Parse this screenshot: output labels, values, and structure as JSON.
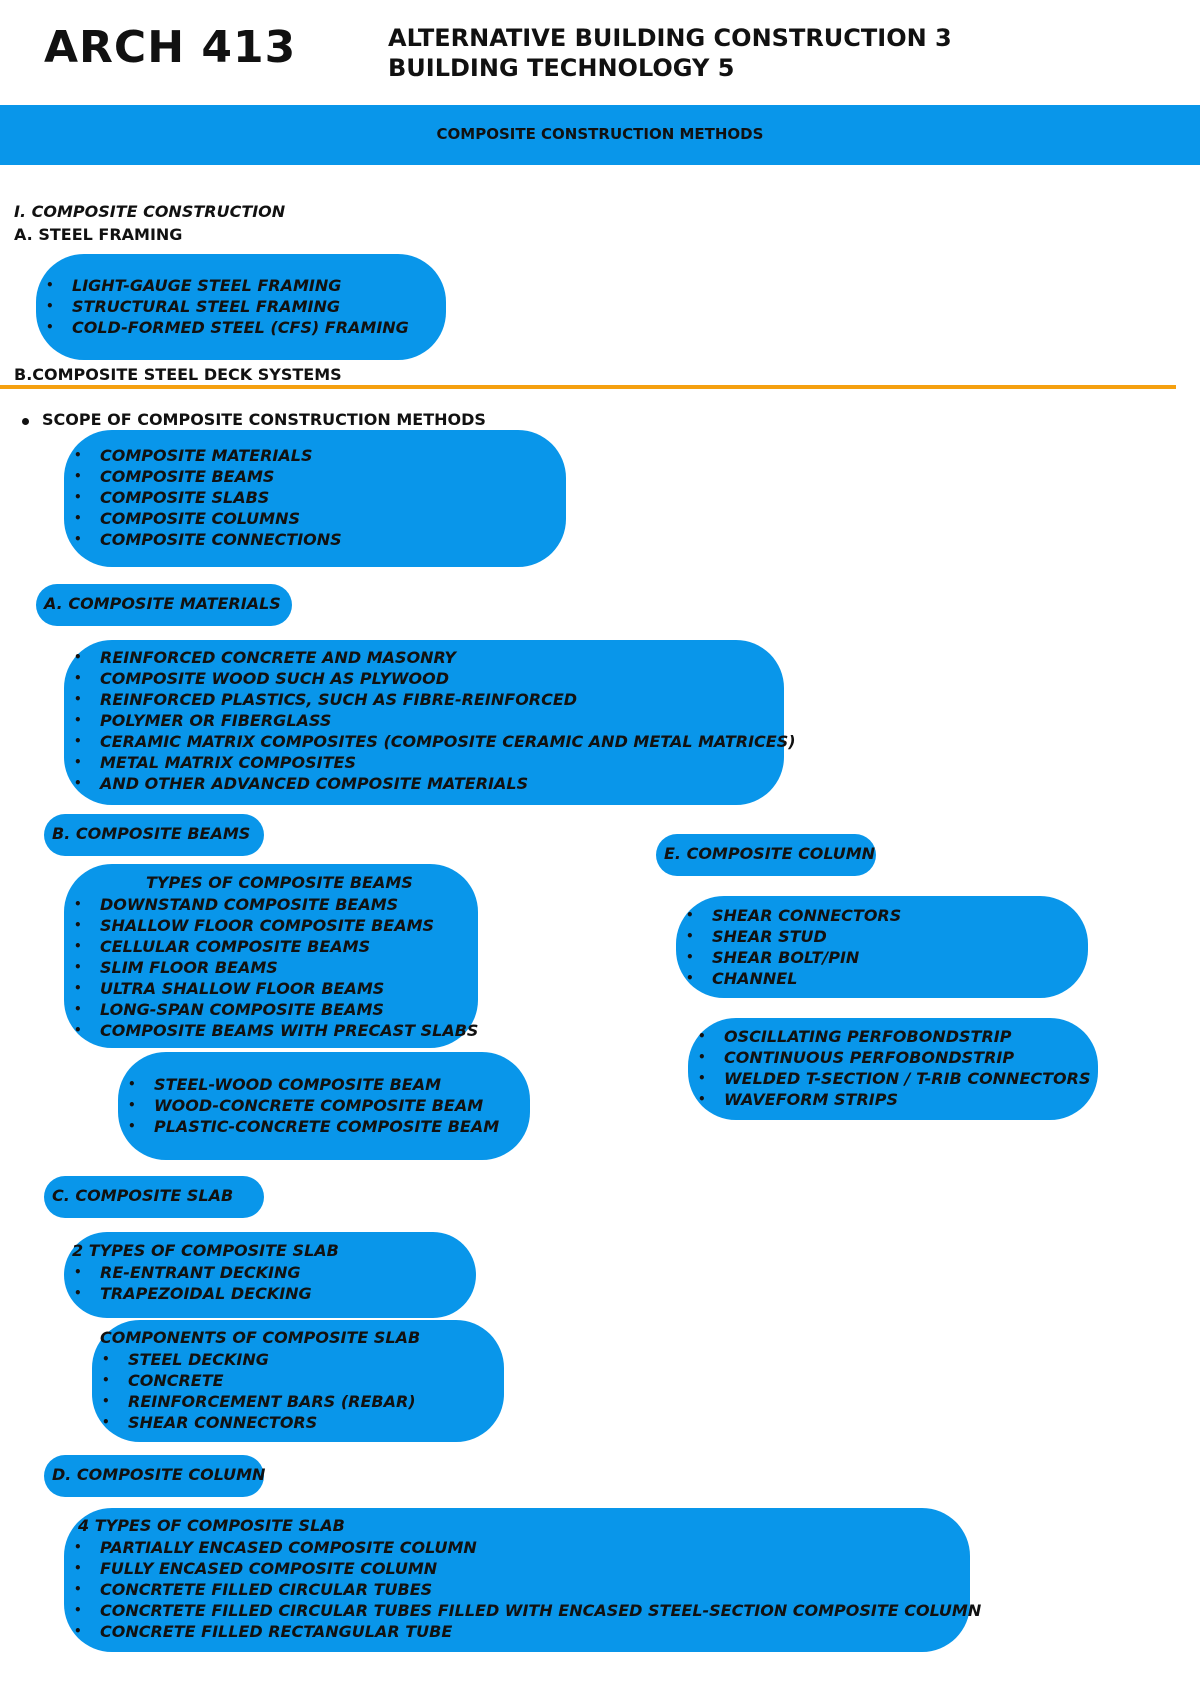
{
  "header": {
    "code": "ARCH 413",
    "title_line1": "ALTERNATIVE BUILDING CONSTRUCTION 3",
    "title_line2": "BUILDING TECHNOLOGY 5",
    "banner": "COMPOSITE CONSTRUCTION METHODS"
  },
  "section1": {
    "heading": "I. COMPOSITE CONSTRUCTION",
    "sub_a": "A. STEEL FRAMING",
    "steel_framing": [
      "LIGHT-GAUGE STEEL FRAMING",
      "STRUCTURAL STEEL FRAMING",
      "COLD-FORMED STEEL (CFS) FRAMING"
    ],
    "sub_b": "B.COMPOSITE STEEL DECK SYSTEMS"
  },
  "scope": {
    "heading": "SCOPE OF COMPOSITE CONSTRUCTION METHODS",
    "items": [
      "COMPOSITE MATERIALS",
      "COMPOSITE BEAMS",
      "COMPOSITE SLABS",
      "COMPOSITE COLUMNS",
      "COMPOSITE CONNECTIONS"
    ]
  },
  "materials": {
    "label": "A. COMPOSITE MATERIALS",
    "items": [
      "REINFORCED CONCRETE AND MASONRY",
      "COMPOSITE WOOD SUCH AS PLYWOOD",
      "REINFORCED PLASTICS, SUCH AS FIBRE-REINFORCED",
      "POLYMER OR FIBERGLASS",
      "CERAMIC MATRIX COMPOSITES (COMPOSITE CERAMIC AND METAL MATRICES)",
      "METAL MATRIX COMPOSITES",
      "AND OTHER ADVANCED COMPOSITE MATERIALS"
    ]
  },
  "beams": {
    "label": "B. COMPOSITE BEAMS",
    "types_title": "TYPES OF COMPOSITE BEAMS",
    "types": [
      "DOWNSTAND COMPOSITE BEAMS",
      "SHALLOW FLOOR COMPOSITE BEAMS",
      "CELLULAR COMPOSITE BEAMS",
      "SLIM FLOOR BEAMS",
      "ULTRA SHALLOW FLOOR BEAMS",
      "LONG-SPAN COMPOSITE BEAMS",
      "COMPOSITE BEAMS WITH PRECAST SLABS"
    ],
    "materials": [
      "STEEL-WOOD COMPOSITE BEAM",
      "WOOD-CONCRETE COMPOSITE BEAM",
      "PLASTIC-CONCRETE COMPOSITE BEAM"
    ]
  },
  "slab": {
    "label": "C. COMPOSITE SLAB",
    "types_title": "2 TYPES OF COMPOSITE SLAB",
    "types": [
      "RE-ENTRANT DECKING",
      "TRAPEZOIDAL DECKING"
    ],
    "components_title": "COMPONENTS OF COMPOSITE SLAB",
    "components": [
      "STEEL DECKING",
      "CONCRETE",
      "REINFORCEMENT BARS (REBAR)",
      "SHEAR CONNECTORS"
    ]
  },
  "column_d": {
    "label": "D. COMPOSITE COLUMN",
    "types_title": "4 TYPES OF COMPOSITE SLAB",
    "types": [
      "PARTIALLY ENCASED COMPOSITE COLUMN",
      "FULLY ENCASED COMPOSITE COLUMN",
      "CONCRTETE FILLED CIRCULAR TUBES",
      "CONCRTETE FILLED CIRCULAR TUBES FILLED WITH ENCASED STEEL-SECTION COMPOSITE COLUMN",
      "CONCRETE FILLED RECTANGULAR TUBE"
    ]
  },
  "column_e": {
    "label": "E. COMPOSITE COLUMN",
    "connectors": [
      "SHEAR CONNECTORS",
      "SHEAR STUD",
      "SHEAR BOLT/PIN",
      "CHANNEL"
    ],
    "strips": [
      "OSCILLATING PERFOBONDSTRIP",
      "CONTINUOUS PERFOBONDSTRIP",
      "WELDED T-SECTION / T-RIB CONNECTORS",
      "WAVEFORM STRIPS"
    ]
  },
  "colors": {
    "accent_blue": "#0996ea",
    "divider_orange": "#f5a00f"
  }
}
